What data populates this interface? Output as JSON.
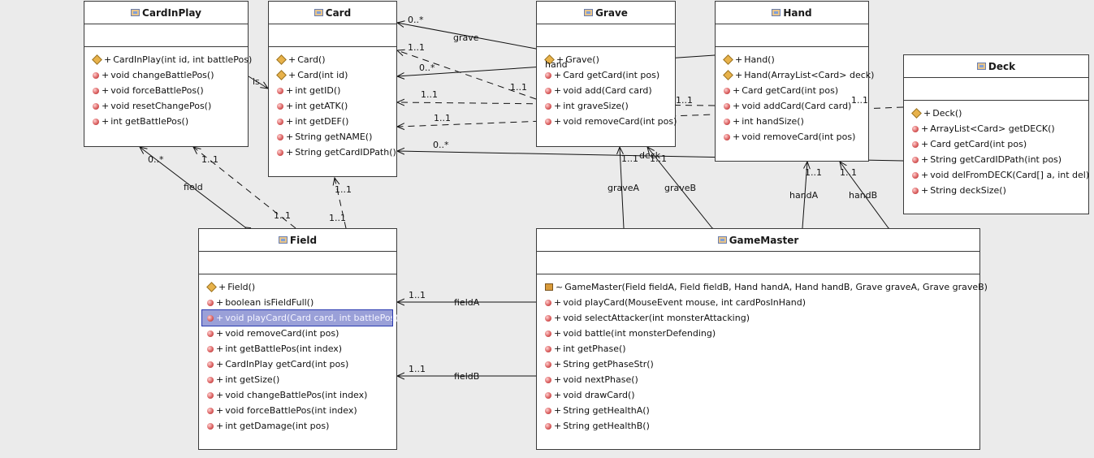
{
  "classes": {
    "cardinplay": {
      "name": "CardInPlay",
      "ops": [
        {
          "icon": "constructor-icon",
          "text": "CardInPlay(int id, int battlePos)"
        },
        {
          "icon": "method-icon",
          "text": "void changeBattlePos()"
        },
        {
          "icon": "method-icon",
          "text": "void forceBattlePos()"
        },
        {
          "icon": "method-icon",
          "text": "void resetChangePos()"
        },
        {
          "icon": "method-icon",
          "text": "int getBattlePos()"
        }
      ]
    },
    "card": {
      "name": "Card",
      "ops": [
        {
          "icon": "constructor-icon",
          "text": "Card()"
        },
        {
          "icon": "constructor-icon",
          "text": "Card(int id)"
        },
        {
          "icon": "method-icon",
          "text": "int getID()"
        },
        {
          "icon": "method-icon",
          "text": "int getATK()"
        },
        {
          "icon": "method-icon",
          "text": "int getDEF()"
        },
        {
          "icon": "method-icon",
          "text": "String getNAME()"
        },
        {
          "icon": "method-icon",
          "text": "String getCardIDPath()"
        }
      ]
    },
    "grave": {
      "name": "Grave",
      "ops": [
        {
          "icon": "constructor-icon",
          "text": "Grave()"
        },
        {
          "icon": "method-icon",
          "text": "Card getCard(int pos)"
        },
        {
          "icon": "method-icon",
          "text": "void add(Card card)"
        },
        {
          "icon": "method-icon",
          "text": "int graveSize()"
        },
        {
          "icon": "method-icon",
          "text": "void removeCard(int pos)"
        }
      ]
    },
    "hand": {
      "name": "Hand",
      "ops": [
        {
          "icon": "constructor-icon",
          "text": "Hand()"
        },
        {
          "icon": "constructor-icon",
          "text": "Hand(ArrayList<Card> deck)"
        },
        {
          "icon": "method-icon",
          "text": "Card getCard(int pos)"
        },
        {
          "icon": "method-icon",
          "text": "void addCard(Card card)"
        },
        {
          "icon": "method-icon",
          "text": "int handSize()"
        },
        {
          "icon": "method-icon",
          "text": "void removeCard(int pos)"
        }
      ]
    },
    "deck": {
      "name": "Deck",
      "ops": [
        {
          "icon": "constructor-icon",
          "text": "Deck()"
        },
        {
          "icon": "method-icon",
          "text": "ArrayList<Card> getDECK()"
        },
        {
          "icon": "method-icon",
          "text": "Card getCard(int pos)"
        },
        {
          "icon": "method-icon",
          "text": "String getCardIDPath(int pos)"
        },
        {
          "icon": "method-icon",
          "text": "void delFromDECK(Card[] a, int del)"
        },
        {
          "icon": "method-icon",
          "text": "String deckSize()"
        }
      ]
    },
    "field": {
      "name": "Field",
      "ops": [
        {
          "icon": "constructor-icon",
          "text": "Field()"
        },
        {
          "icon": "method-icon",
          "text": "boolean isFieldFull()"
        },
        {
          "icon": "method-icon",
          "text": "void playCard(Card card, int battlePos)",
          "selected": true
        },
        {
          "icon": "method-icon",
          "text": "void removeCard(int pos)"
        },
        {
          "icon": "method-icon",
          "text": "int getBattlePos(int index)"
        },
        {
          "icon": "method-icon",
          "text": "CardInPlay getCard(int pos)"
        },
        {
          "icon": "method-icon",
          "text": "int getSize()"
        },
        {
          "icon": "method-icon",
          "text": "void changeBattlePos(int index)"
        },
        {
          "icon": "method-icon",
          "text": "void forceBattlePos(int index)"
        },
        {
          "icon": "method-icon",
          "text": "int getDamage(int pos)"
        }
      ]
    },
    "gamemaster": {
      "name": "GameMaster",
      "ops": [
        {
          "icon": "package-constructor-icon",
          "vis": "~",
          "text": "GameMaster(Field fieldA, Field fieldB, Hand handA, Hand handB, Grave graveA, Grave graveB)"
        },
        {
          "icon": "method-icon",
          "text": "void playCard(MouseEvent mouse, int cardPosInHand)"
        },
        {
          "icon": "method-icon",
          "text": "void selectAttacker(int monsterAttacking)"
        },
        {
          "icon": "method-icon",
          "text": "void battle(int monsterDefending)"
        },
        {
          "icon": "method-icon",
          "text": "int getPhase()"
        },
        {
          "icon": "method-icon",
          "text": "String getPhaseStr()"
        },
        {
          "icon": "method-icon",
          "text": "void nextPhase()"
        },
        {
          "icon": "method-icon",
          "text": "void drawCard()"
        },
        {
          "icon": "method-icon",
          "text": "String getHealthA()"
        },
        {
          "icon": "method-icon",
          "text": "String getHealthB()"
        }
      ]
    }
  },
  "visibility_public": "+",
  "edges": [
    {
      "id": "grave-card",
      "role": "grave",
      "multiplicity": "0..*"
    },
    {
      "id": "hand-card",
      "role": "hand",
      "multiplicity": "0..*"
    },
    {
      "id": "deck-card",
      "role": "deck",
      "multiplicity": "0..*"
    },
    {
      "id": "cardinplay-card",
      "role": "is"
    },
    {
      "id": "grave-dep-card",
      "multiplicity_a": "1..1",
      "multiplicity_b": "1..1"
    },
    {
      "id": "hand-dep-card",
      "multiplicity": "1..1",
      "multiplicity_b": "1..1"
    },
    {
      "id": "deck-dep-card",
      "multiplicity": "1..1",
      "multiplicity_b": "1..1"
    },
    {
      "id": "field-cardinplay",
      "role": "field",
      "multiplicity": "0..*"
    },
    {
      "id": "field-dep-cardinplay",
      "multiplicity_a": "1..1",
      "multiplicity_b": "1..1"
    },
    {
      "id": "field-dep-card",
      "multiplicity_a": "1..1",
      "multiplicity_b": "1..1"
    },
    {
      "id": "gm-fielda",
      "role": "fieldA",
      "multiplicity": "1..1"
    },
    {
      "id": "gm-fieldb",
      "role": "fieldB",
      "multiplicity": "1..1"
    },
    {
      "id": "gm-gravea",
      "role": "graveA",
      "multiplicity": "1..1"
    },
    {
      "id": "gm-graveb",
      "role": "graveB",
      "multiplicity": "1..1"
    },
    {
      "id": "gm-handa",
      "role": "handA",
      "multiplicity": "1..1"
    },
    {
      "id": "gm-handb",
      "role": "handB",
      "multiplicity": "1..1"
    }
  ],
  "colors": {
    "background": "#ebebeb",
    "box_fill": "#ffffff",
    "box_border": "#3a3a3a",
    "line": "#111111",
    "selection": "#9aa0d8",
    "selection_border": "#2a3ab0"
  }
}
